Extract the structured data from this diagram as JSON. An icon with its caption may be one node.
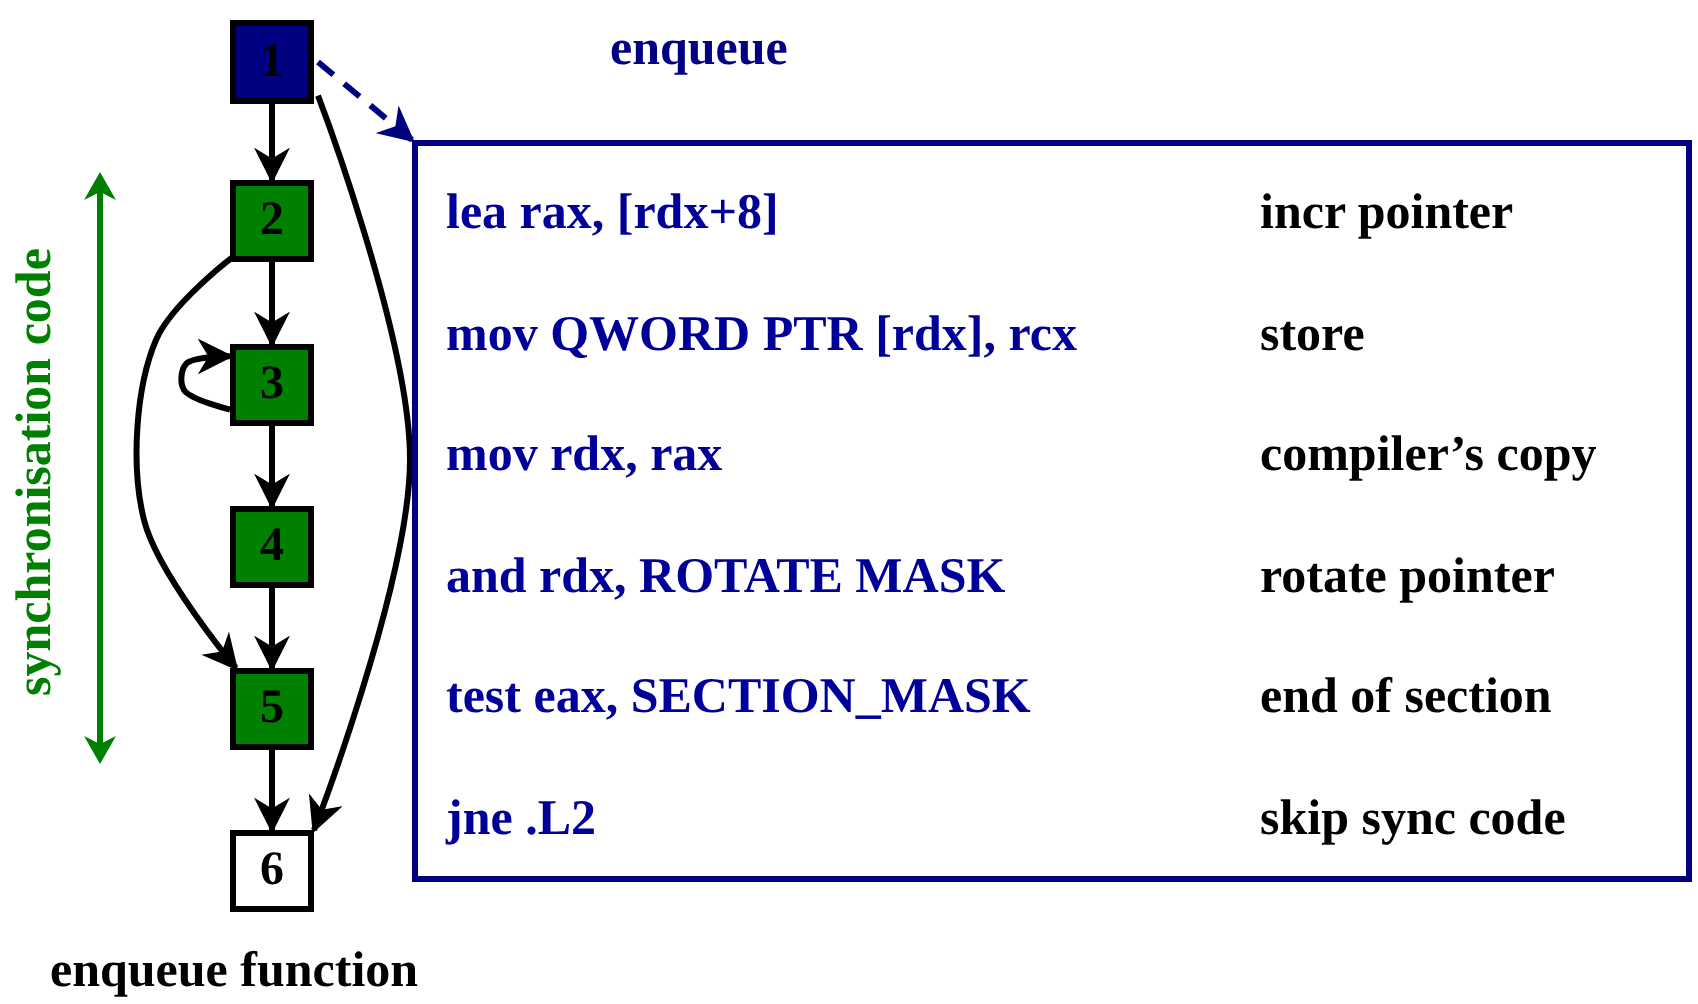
{
  "diagram": {
    "nodes": [
      {
        "text": [
          "1"
        ]
      },
      {
        "text": [
          "2"
        ]
      },
      {
        "text": [
          "3"
        ]
      },
      {
        "text": [
          "4"
        ]
      },
      {
        "text": [
          "5"
        ]
      },
      {
        "text": [
          "6"
        ]
      },
      {
        "text": [
          "enqueue",
          "lea rax, [rdx+8]",
          "incr pointer",
          "mov QWORD PTR [rdx], rcx",
          "store",
          "mov rdx, rax",
          "compiler’s copy",
          "and rdx, ROTATE MASK",
          "rotate pointer",
          "test eax, SECTION_MASK",
          "end of section",
          "jne .L2",
          "skip sync code"
        ]
      }
    ],
    "edges": [
      {
        "from": 0,
        "to": 1,
        "arrow": "to"
      },
      {
        "from": 1,
        "to": 2,
        "arrow": "to"
      },
      {
        "from": 2,
        "to": 2,
        "arrow": "to"
      },
      {
        "from": 2,
        "to": 3,
        "arrow": "to"
      },
      {
        "from": 3,
        "to": 4,
        "arrow": "to"
      },
      {
        "from": 4,
        "to": 5,
        "arrow": "to"
      },
      {
        "from": 1,
        "to": 4,
        "arrow": "to"
      },
      {
        "from": 0,
        "to": 5,
        "arrow": "to"
      },
      {
        "from": 0,
        "to": 6,
        "arrow": "to",
        "style": "dashed",
        "color": "#000080"
      }
    ],
    "labels": [
      "synchronisation code",
      "enqueue function"
    ]
  }
}
